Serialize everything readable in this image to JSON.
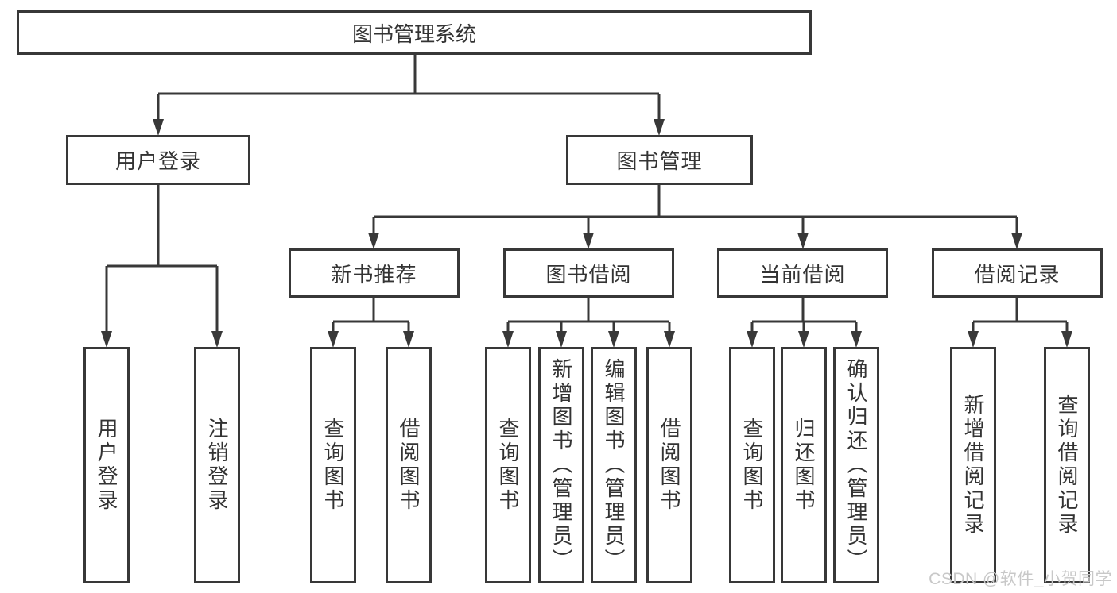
{
  "diagram": {
    "title": "图书管理系统",
    "user_login": {
      "label": "用户登录",
      "children": [
        "用户登录",
        "注销登录"
      ]
    },
    "book_mgmt": {
      "label": "图书管理",
      "sections": [
        {
          "label": "新书推荐",
          "children": [
            "查询图书",
            "借阅图书"
          ]
        },
        {
          "label": "图书借阅",
          "children": [
            "查询图书",
            "新增图书（管理员）",
            "编辑图书（管理员）",
            "借阅图书"
          ]
        },
        {
          "label": "当前借阅",
          "children": [
            "查询图书",
            "归还图书",
            "确认归还（管理员）"
          ]
        },
        {
          "label": "借阅记录",
          "children": [
            "新增借阅记录",
            "查询借阅记录"
          ]
        }
      ]
    }
  },
  "watermark": "CSDN @软件_小贺同学",
  "colors": {
    "line": "#383838",
    "text": "#333333",
    "watermark_text": "#c8c8c8",
    "background": "#ffffff"
  }
}
